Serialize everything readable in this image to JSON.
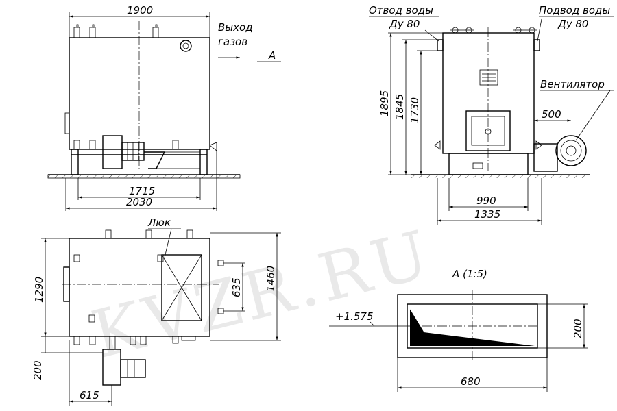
{
  "watermark": "KVZR.RU",
  "labels": {
    "gas_outlet_1": "Выход",
    "gas_outlet_2": "газов",
    "view_ref": "A",
    "water_outlet": "Отвод воды",
    "water_outlet_size": "Ду 80",
    "water_inlet": "Подвод воды",
    "water_inlet_size": "Ду 80",
    "fan": "Вентилятор",
    "hatch": "Люк",
    "detail_title": "А  (1:5)",
    "level": "+1.575"
  },
  "dimensions": {
    "front_top": "1900",
    "front_bottom_inner": "1715",
    "front_bottom_outer": "2030",
    "side_h1": "1895",
    "side_h2": "1845",
    "side_h3": "1730",
    "side_fan": "500",
    "side_w1": "990",
    "side_w2": "1335",
    "plan_h": "1290",
    "plan_h_outer": "1460",
    "plan_hatch": "635",
    "plan_fan_w": "615",
    "plan_fan_h": "200",
    "detail_w": "680",
    "detail_h": "200"
  }
}
